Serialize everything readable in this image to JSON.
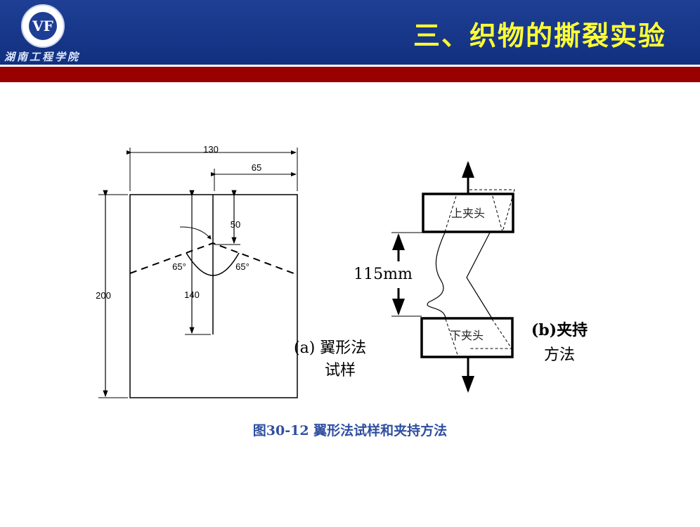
{
  "header": {
    "title": "三、织物的撕裂实验",
    "school_name": "湖南工程学院",
    "logo_text": "VF"
  },
  "diagram_a": {
    "dim_width": "130",
    "dim_half": "65",
    "dim_height": "200",
    "dim_cut": "50",
    "dim_140": "140",
    "angle_left": "65°",
    "angle_right": "65°",
    "label_line1": "(a)  翼形法",
    "label_line2": "试样"
  },
  "diagram_b": {
    "upper_clamp": "上夹头",
    "lower_clamp": "下夹头",
    "gauge": "115mm",
    "label_line1": "(b)夹持",
    "label_line2": "方法"
  },
  "caption": "图30-12  翼形法试样和夹持方法"
}
